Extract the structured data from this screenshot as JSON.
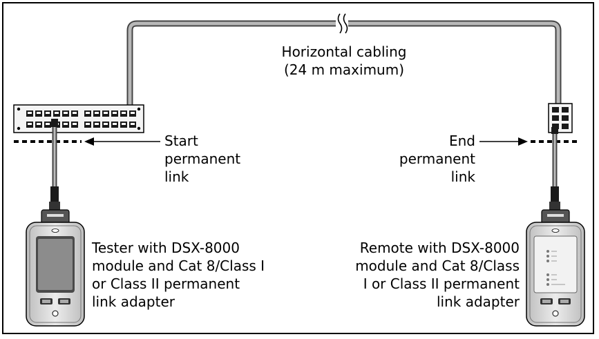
{
  "labels": {
    "cabling_line1": "Horizontal cabling",
    "cabling_line2": "(24 m maximum)",
    "start_line1": "Start",
    "start_line2": "permanent",
    "start_line3": "link",
    "end_line1": "End",
    "end_line2": "permanent",
    "end_line3": "link",
    "tester_line1": "Tester with DSX-8000",
    "tester_line2": "module and Cat 8/Class I",
    "tester_line3": "or Class II permanent",
    "tester_line4": "link adapter",
    "remote_line1": "Remote with DSX-8000",
    "remote_line2": "module and Cat 8/Class",
    "remote_line3": "I or Class II permanent",
    "remote_line4": "link adapter"
  },
  "colors": {
    "cable_outer": "#444444",
    "cable_inner": "#b8b8b8",
    "device_body": "#d9d9d9",
    "screen": "#8c8c8c"
  }
}
